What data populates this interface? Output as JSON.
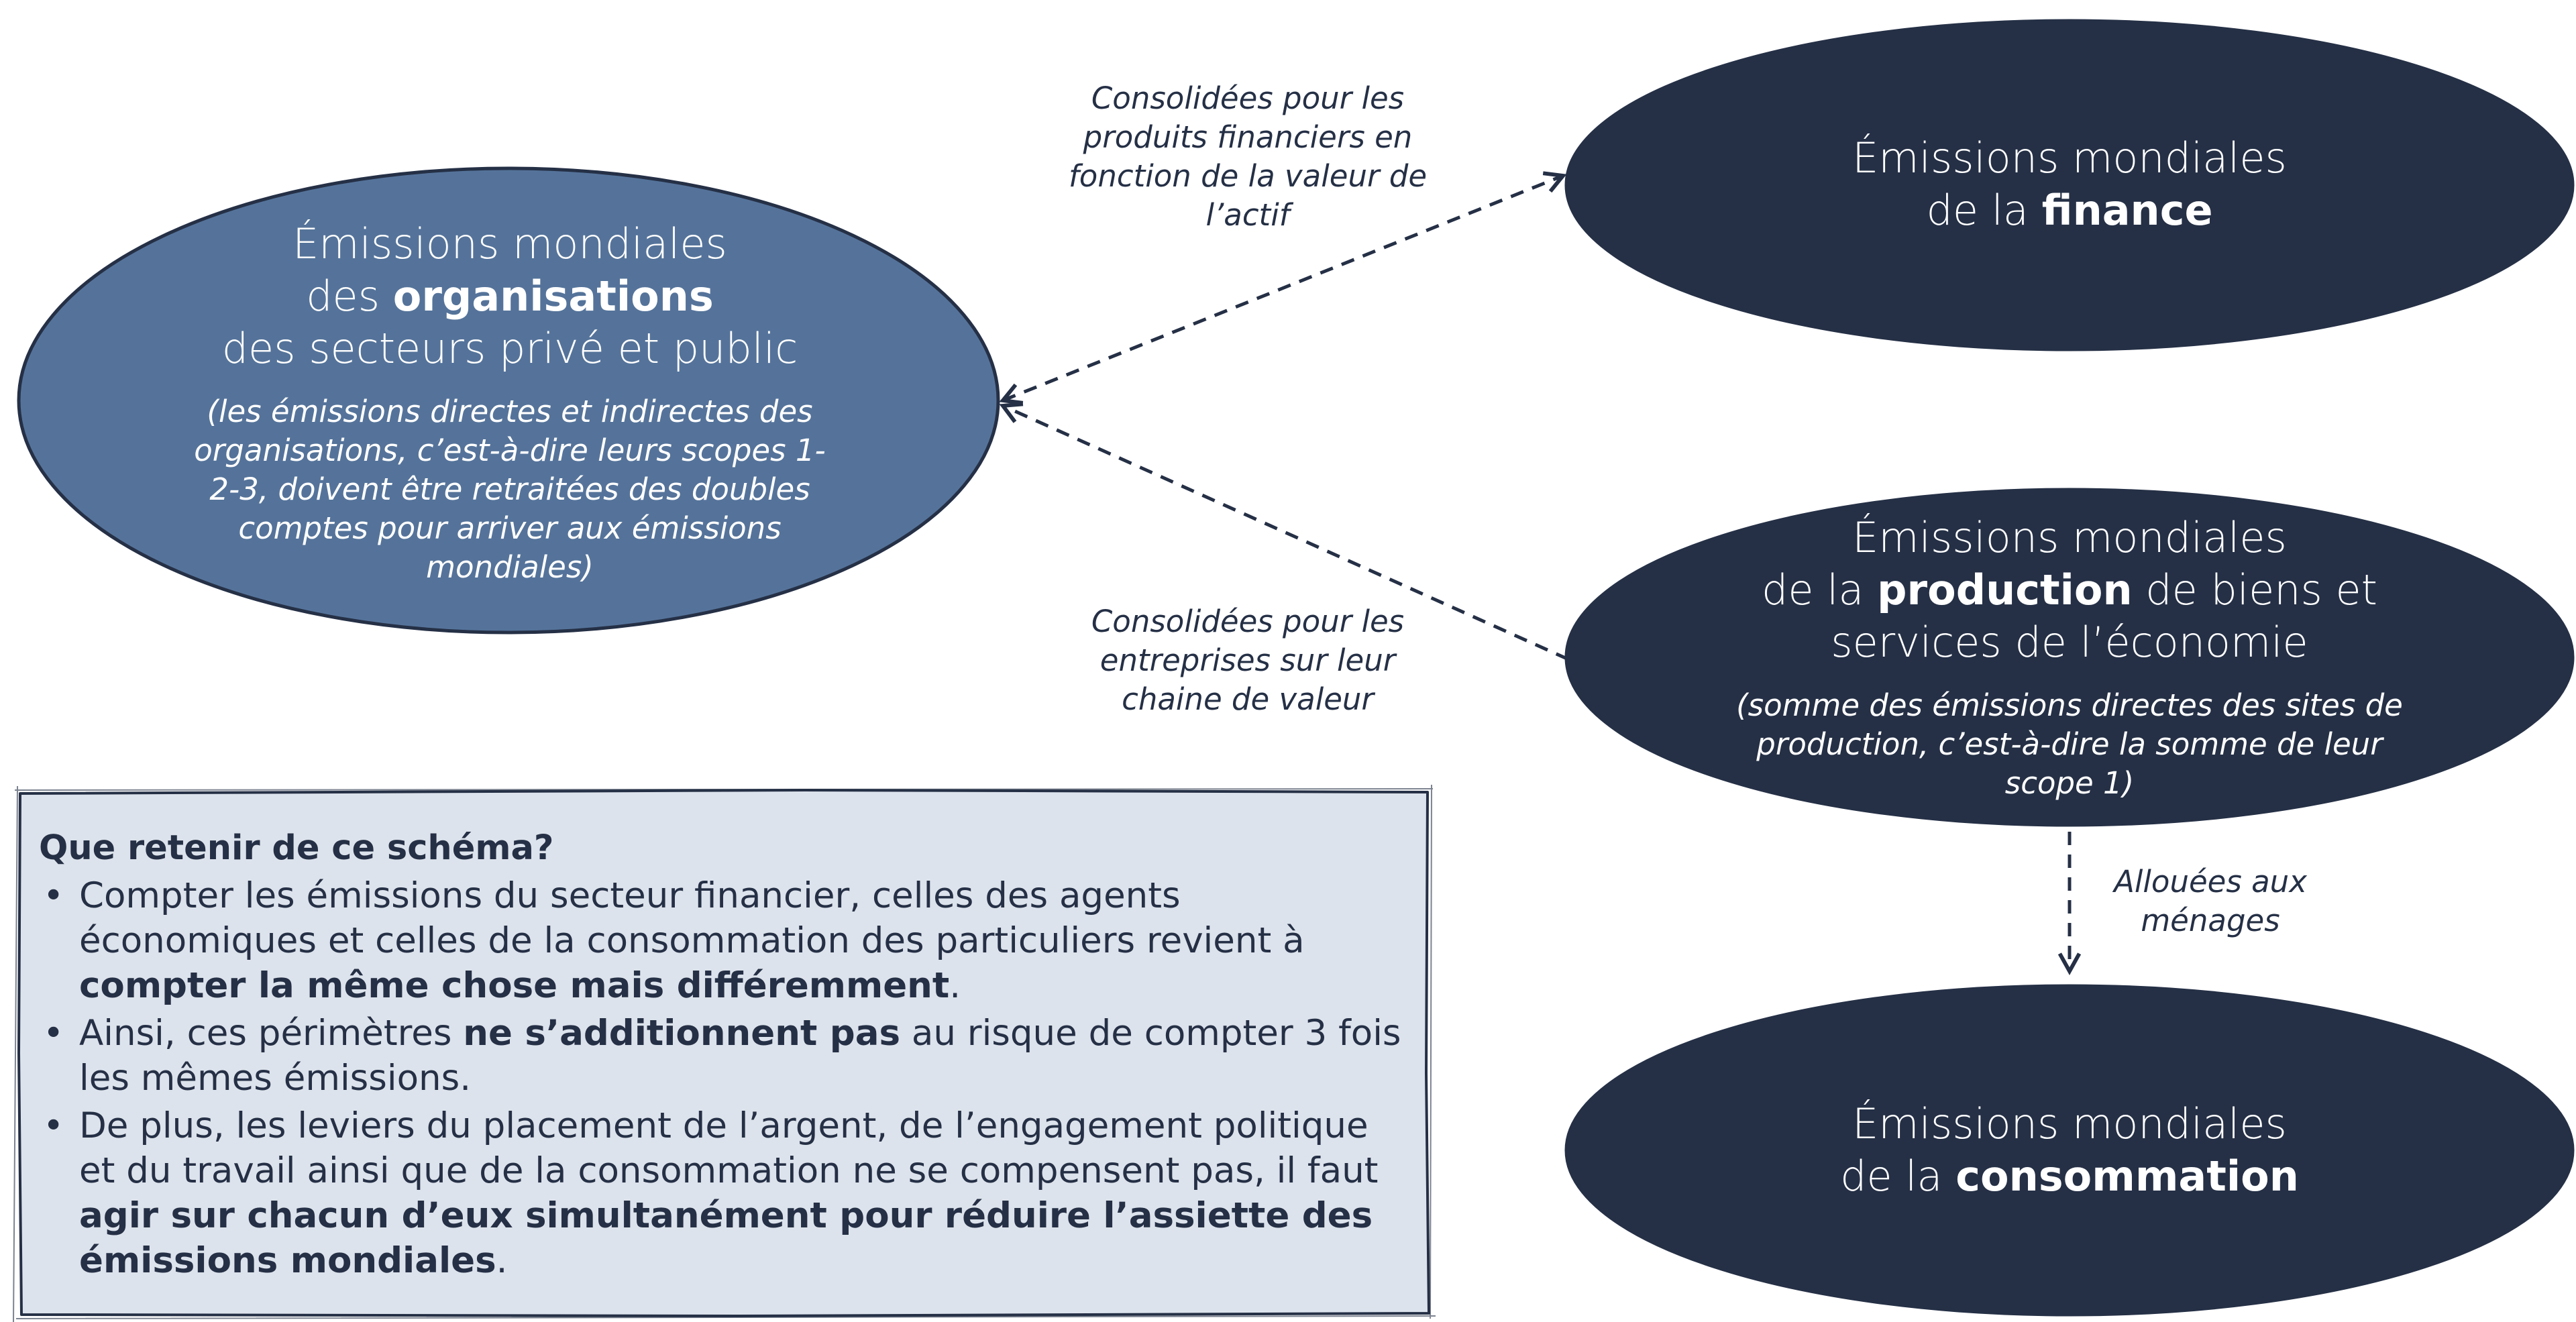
{
  "colors": {
    "org_node": "#55739a",
    "dark_node": "#253046",
    "box_fill": "#dde3ec",
    "text_dark": "#253046"
  },
  "nodes": {
    "organisations": {
      "line1": "Émissions mondiales",
      "line2_pre": "des ",
      "line2_bold": "organisations",
      "line3": "des secteurs privé et public",
      "note": "(les émissions directes et indirectes des organisations, c’est-à-dire leurs scopes 1-2-3, doivent être retraitées des doubles comptes pour arriver aux émissions mondiales)"
    },
    "finance": {
      "line1": "Émissions mondiales",
      "line2_pre": "de la ",
      "line2_bold": "finance"
    },
    "production": {
      "line1": "Émissions mondiales",
      "line2_pre": "de la ",
      "line2_bold": "production",
      "line2_post": " de biens et",
      "line3": "services de l’économie",
      "note": "(somme des émissions directes des sites de production, c’est-à-dire la somme de leur scope 1)"
    },
    "consommation": {
      "line1": "Émissions mondiales",
      "line2_pre": "de la ",
      "line2_bold": "consommation"
    }
  },
  "edges": {
    "finance_label": "Consolidées pour les produits financiers en fonction de la valeur de l’actif",
    "production_label": "Consolidées pour les entreprises sur leur chaine de valeur",
    "consommation_label": "Allouées aux ménages"
  },
  "takeaway": {
    "title": "Que retenir de ce schéma?",
    "bullet_symbol": "•",
    "b1_pre": "Compter les émissions du secteur financier, celles des agents économiques et celles de la consommation des particuliers revient à ",
    "b1_bold": "compter la même chose mais différemment",
    "b1_post": ".",
    "b2_pre": "Ainsi, ces périmètres ",
    "b2_bold": "ne s’additionnent pas",
    "b2_post": " au risque de compter 3 fois les mêmes émissions.",
    "b3_pre": "De plus, les leviers du placement de l’argent, de l’engagement politique et du travail ainsi que de la consommation ne se compensent pas, il faut ",
    "b3_bold": "agir sur chacun d’eux simultanément pour réduire l’assiette des émissions mondiales",
    "b3_post": "."
  }
}
